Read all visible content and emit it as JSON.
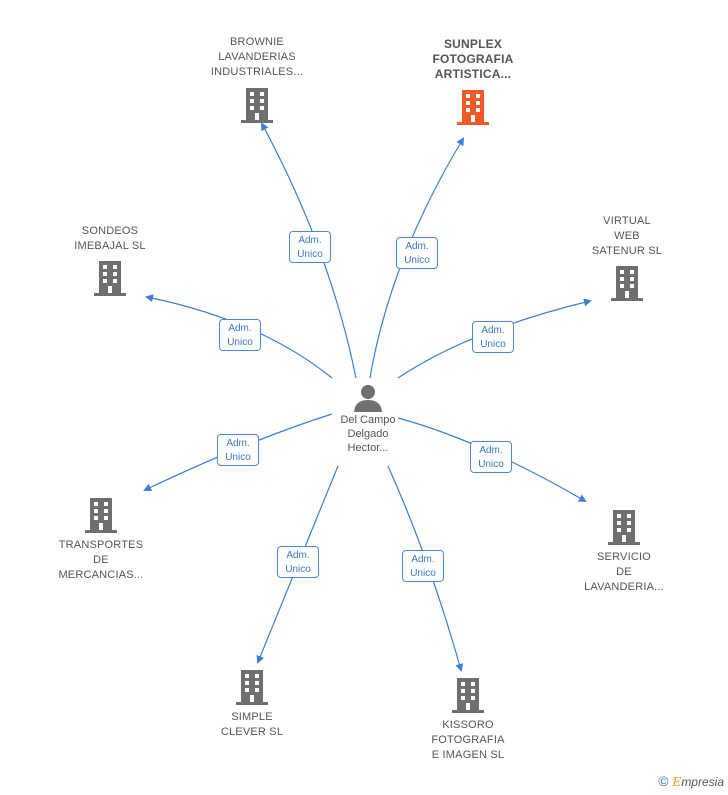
{
  "center": {
    "name": "Del Campo\nDelgado\nHector..."
  },
  "nodes": [
    {
      "name": "BROWNIE\nLAVANDERIAS\nINDUSTRIALES...",
      "highlight": false
    },
    {
      "name": "SUNPLEX\nFOTOGRAFIA\nARTISTICA...",
      "highlight": true
    },
    {
      "name": "VIRTUAL\nWEB\nSATENUR  SL",
      "highlight": false
    },
    {
      "name": "SONDEOS\nIMEBAJAL  SL",
      "highlight": false
    },
    {
      "name": "SERVICIO\nDE\nLAVANDERIA...",
      "highlight": false
    },
    {
      "name": "TRANSPORTES\nDE\nMERCANCIAS...",
      "highlight": false
    },
    {
      "name": "SIMPLE\nCLEVER  SL",
      "highlight": false
    },
    {
      "name": "KISSORO\nFOTOGRAFIA\nE IMAGEN  SL",
      "highlight": false
    }
  ],
  "edge_label": "Adm.\nUnico",
  "colors": {
    "edge": "#3a7fd5",
    "building": "#6f6f6f",
    "highlight": "#f05a28"
  },
  "footer": {
    "copyright": "©",
    "brand_first": "E",
    "brand_rest": "mpresia"
  }
}
